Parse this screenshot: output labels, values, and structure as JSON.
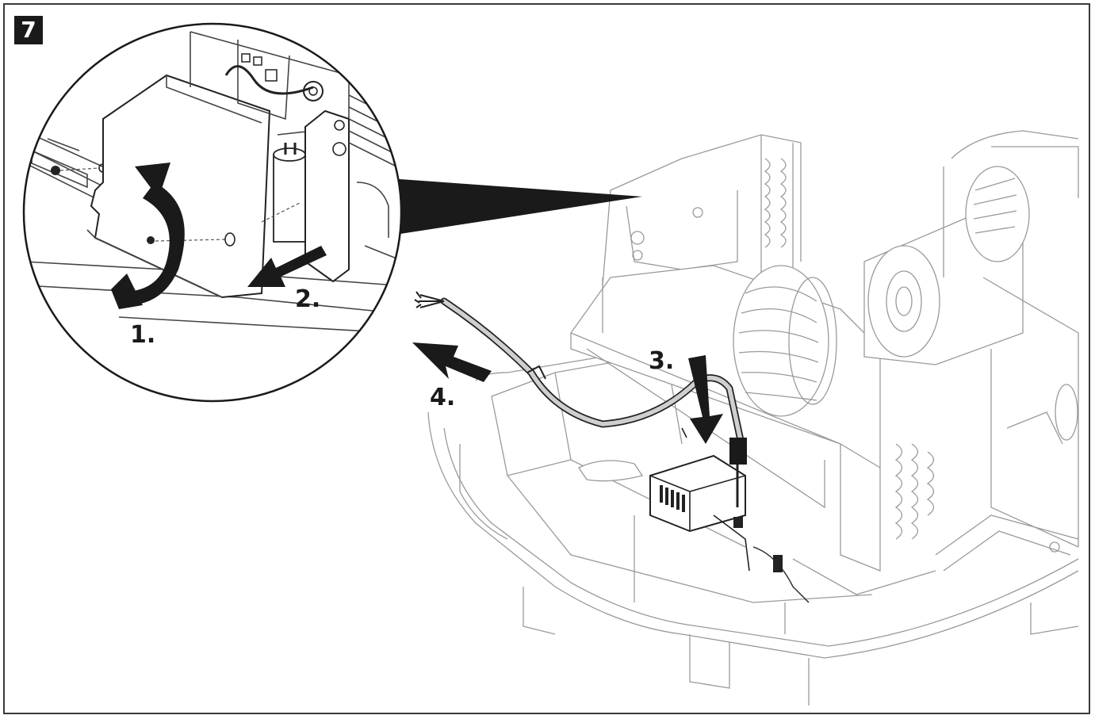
{
  "figure": {
    "step_number": "7",
    "steps": [
      {
        "label": "1."
      },
      {
        "label": "2."
      },
      {
        "label": "3."
      },
      {
        "label": "4."
      }
    ]
  },
  "colors": {
    "line": "#444444",
    "light_line": "#9a9a9a",
    "arrow": "#1a1a1a",
    "background": "#ffffff"
  }
}
